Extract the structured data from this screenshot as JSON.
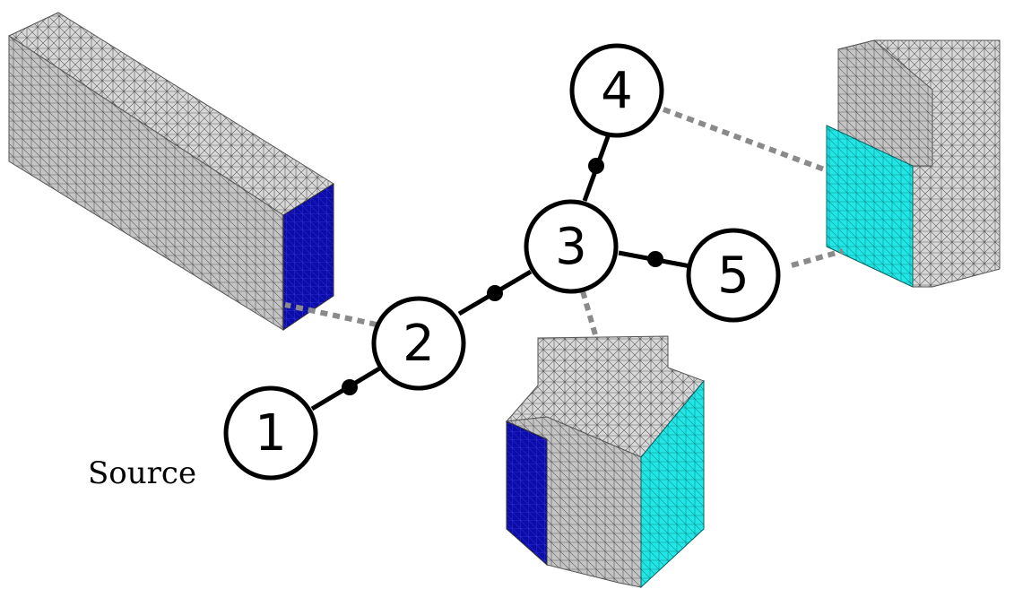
{
  "diagram": {
    "nodes": [
      {
        "id": "1",
        "label": "1"
      },
      {
        "id": "2",
        "label": "2"
      },
      {
        "id": "3",
        "label": "3"
      },
      {
        "id": "4",
        "label": "4"
      },
      {
        "id": "5",
        "label": "5"
      }
    ],
    "source_label": "Source",
    "colors": {
      "mesh_face": "#d8d8d8",
      "mesh_face_dark": "#b4b4b4",
      "mesh_line": "#5a5a5a",
      "port_blue": "#0c0ca8",
      "port_cyan": "#22e6e6",
      "edge": "#000000",
      "link": "#8a8a8a"
    }
  }
}
